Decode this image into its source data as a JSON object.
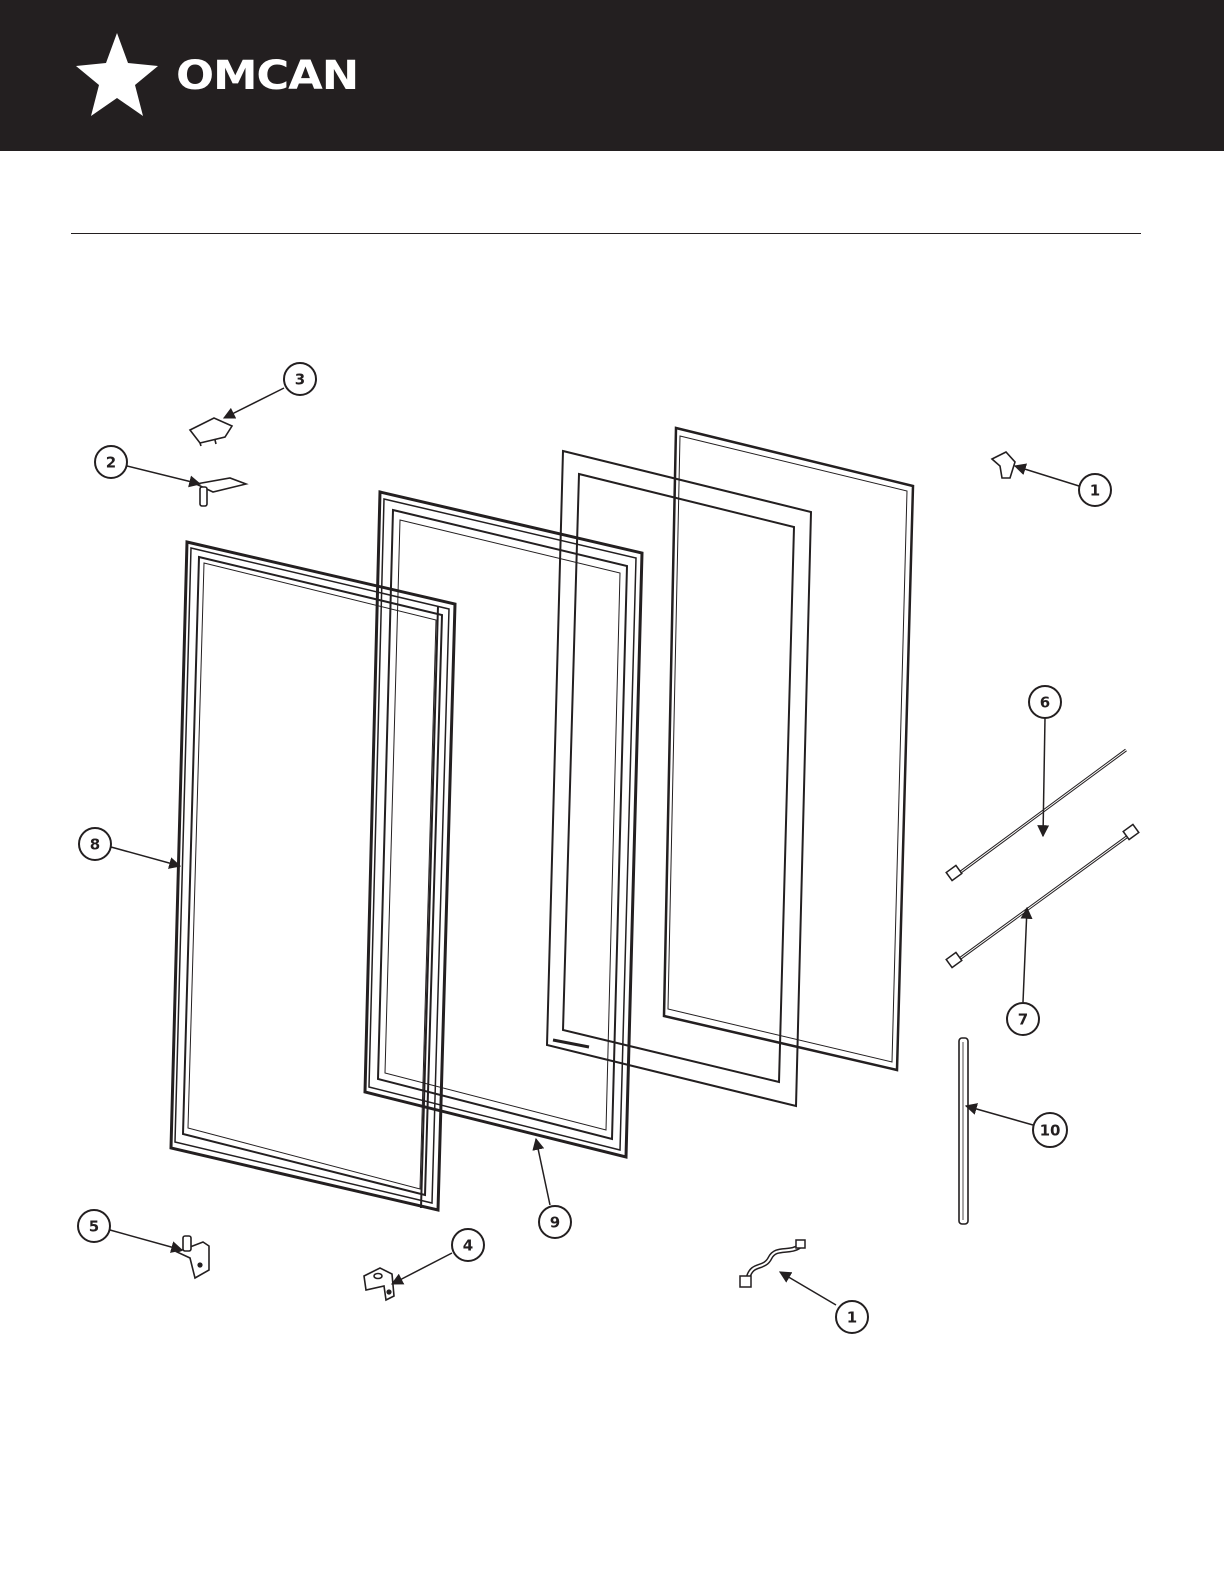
{
  "brand": {
    "name": "OMCAN",
    "color_header": "#231f20",
    "color_text": "#ffffff"
  },
  "callouts": [
    {
      "id": "c3",
      "label": "3"
    },
    {
      "id": "c2",
      "label": "2"
    },
    {
      "id": "c1a",
      "label": "1"
    },
    {
      "id": "c6",
      "label": "6"
    },
    {
      "id": "c8",
      "label": "8"
    },
    {
      "id": "c7",
      "label": "7"
    },
    {
      "id": "c10",
      "label": "10"
    },
    {
      "id": "c9",
      "label": "9"
    },
    {
      "id": "c5",
      "label": "5"
    },
    {
      "id": "c4",
      "label": "4"
    },
    {
      "id": "c1b",
      "label": "1"
    }
  ]
}
